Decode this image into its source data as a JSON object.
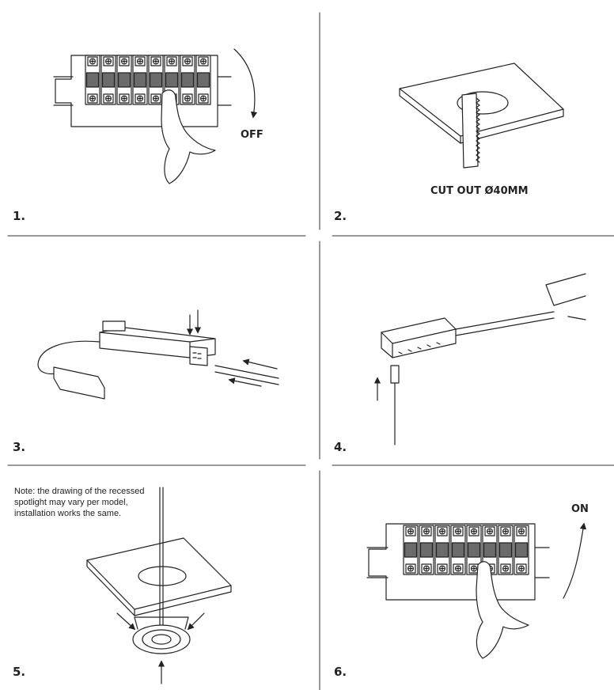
{
  "steps": [
    {
      "number": "1.",
      "label": "OFF"
    },
    {
      "number": "2.",
      "label": "CUT OUT Ø40MM"
    },
    {
      "number": "3."
    },
    {
      "number": "4."
    },
    {
      "number": "5.",
      "note": "Note: the drawing of the recessed spotlight may vary per model, installation works the same."
    },
    {
      "number": "6.",
      "label": "ON"
    }
  ]
}
